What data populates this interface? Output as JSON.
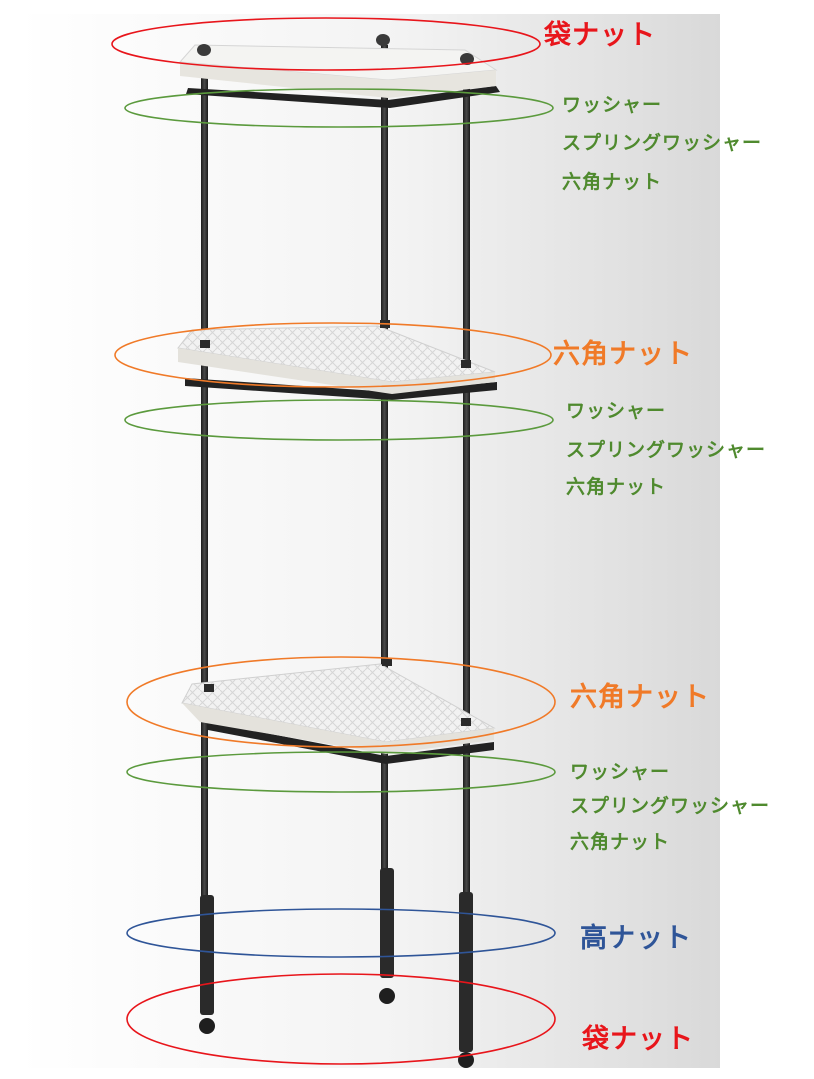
{
  "colors": {
    "red": "#e8151b",
    "orange": "#f07a28",
    "green": "#5b9a3d",
    "green_text": "#4f8a2e",
    "blue": "#2f5598"
  },
  "labels": {
    "top_cap_nut": "袋ナット",
    "washer_1": "ワッシャー",
    "spring_washer_1": "スプリングワッシャー",
    "hex_nut_1": "六角ナット",
    "shelf_hex_nut_2": "六角ナット",
    "washer_2": "ワッシャー",
    "spring_washer_2": "スプリングワッシャー",
    "hex_nut_2": "六角ナット",
    "shelf_hex_nut_3": "六角ナット",
    "washer_3": "ワッシャー",
    "spring_washer_3": "スプリングワッシャー",
    "hex_nut_3": "六角ナット",
    "high_nut": "高ナット",
    "bottom_cap_nut": "袋ナット"
  }
}
